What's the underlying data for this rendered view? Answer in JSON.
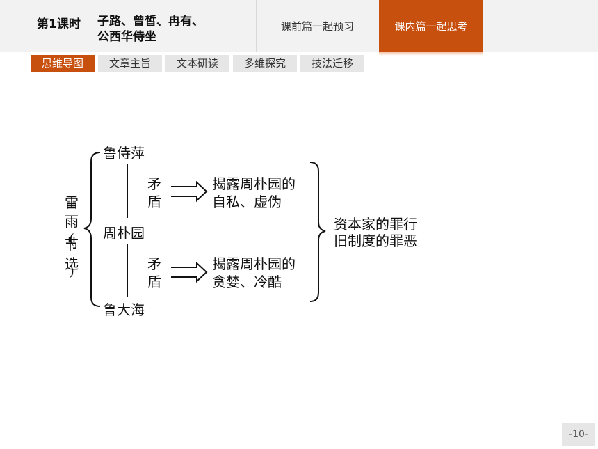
{
  "header": {
    "lesson_no": "第1课时",
    "lesson_title": "子路、曾皙、冉有、\n公西华侍坐",
    "tabs": [
      "课前篇一起预习",
      "课内篇一起思考"
    ]
  },
  "subtabs": [
    "思维导图",
    "文章主旨",
    "文本研读",
    "多维探究",
    "技法迁移"
  ],
  "mindmap": {
    "root": [
      "雷",
      "雨",
      "(",
      "节",
      "选",
      ")"
    ],
    "char_top": "鲁侍萍",
    "char_mid": "周朴园",
    "char_bottom": "鲁大海",
    "conflict_top": [
      "矛",
      "盾"
    ],
    "conflict_bottom": [
      "矛",
      "盾"
    ],
    "result_top": [
      "揭露周朴园的",
      "自私、虚伪"
    ],
    "result_bottom": [
      "揭露周朴园的",
      "贪婪、冷酷"
    ],
    "conclusion": [
      "资本家的罪行",
      "旧制度的罪恶"
    ]
  },
  "accent_color": "#c8500f",
  "page_number": "-10-"
}
